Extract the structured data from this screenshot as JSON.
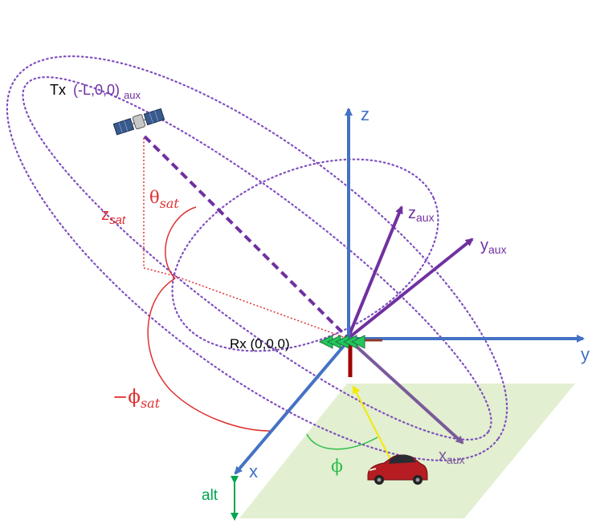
{
  "labels": {
    "tx_prefix": "Tx",
    "tx_coord": "(-L,0,0)",
    "tx_sub": "aux",
    "rx": "Rx (0,0,0)",
    "z_axis": "z",
    "y_axis": "y",
    "x_axis": "x",
    "z_aux": "z",
    "z_aux_sub": "aux",
    "y_aux": "y",
    "y_aux_sub": "aux",
    "x_aux": "x",
    "x_aux_sub": "aux",
    "theta_sym": "θ",
    "theta_sub": "sat",
    "z_sat": "z",
    "z_sat_sub": "sat",
    "phi_sat_sym": "−ϕ",
    "phi_sat_sub": "sat",
    "phi": "ϕ",
    "alt": "alt"
  },
  "colors": {
    "axis_blue": "#4472c4",
    "aux_purple": "#7030a0",
    "ellipse_purple": "#7f4fbf",
    "angle_red": "#e03030",
    "ground_green": "#e2efd0",
    "alt_green": "#00a550",
    "phi_green": "#2ebd4e",
    "arrow_green": "#22c55e",
    "yellow_vector": "#f5e900",
    "dark_red": "#a00000"
  },
  "icons": {
    "satellite": "satellite-icon",
    "car": "car-icon",
    "antenna": "antenna-array-icon"
  }
}
